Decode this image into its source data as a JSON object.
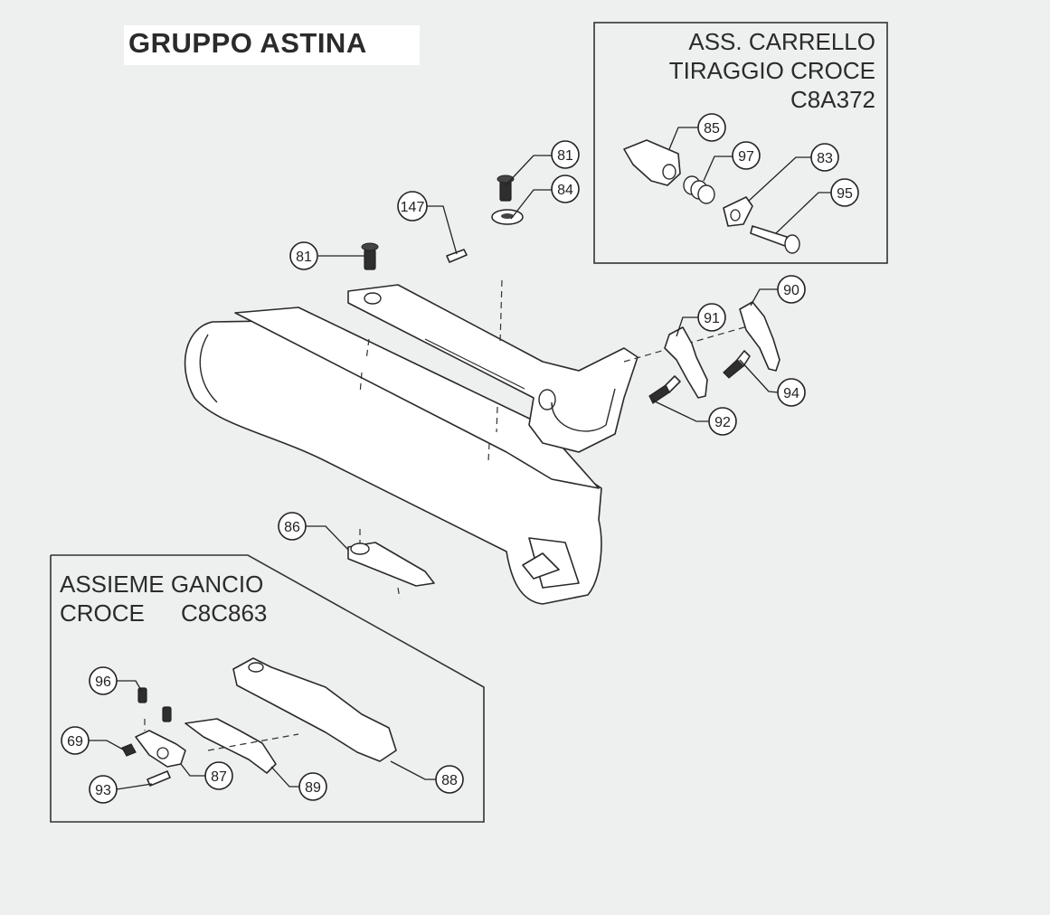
{
  "title": "GRUPPO ASTINA",
  "assembly_carrello": {
    "line1": "ASS. CARRELLO",
    "line2": "TIRAGGIO CROCE",
    "code": "C8A372"
  },
  "assembly_gancio": {
    "line1": "ASSIEME GANCIO",
    "line2a": "CROCE",
    "line2b": "C8C863"
  },
  "callouts": [
    "81",
    "84",
    "147",
    "81",
    "85",
    "97",
    "83",
    "95",
    "90",
    "91",
    "94",
    "92",
    "86",
    "96",
    "69",
    "87",
    "93",
    "89",
    "88"
  ]
}
